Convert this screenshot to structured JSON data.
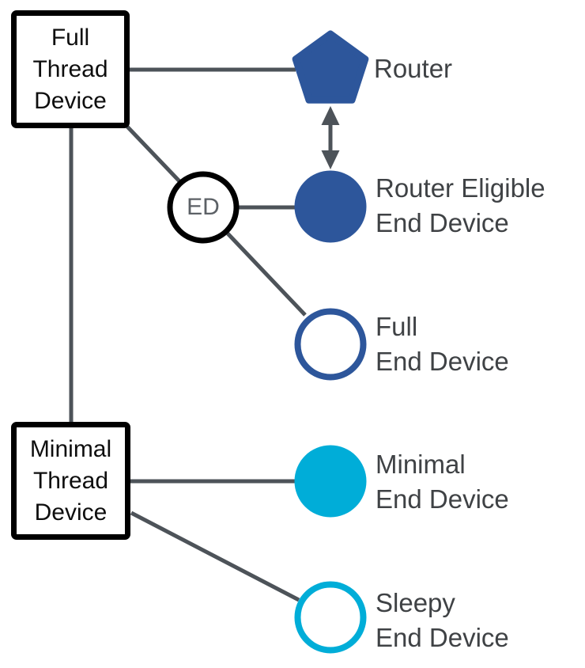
{
  "nodes": {
    "full_thread_device": {
      "label": "Full\nThread\nDevice"
    },
    "minimal_thread_device": {
      "label": "Minimal\nThread\nDevice"
    },
    "ed_badge": {
      "label": "ED"
    },
    "router": {
      "label": "Router"
    },
    "router_eligible_end_device": {
      "label": "Router Eligible\nEnd Device"
    },
    "full_end_device": {
      "label": "Full\nEnd Device"
    },
    "minimal_end_device": {
      "label": "Minimal\nEnd Device"
    },
    "sleepy_end_device": {
      "label": "Sleepy\nEnd Device"
    }
  },
  "colors": {
    "thread_blue": "#2d569b",
    "thread_cyan": "#00add8",
    "connector_gray": "#4d5359",
    "label_gray": "#3f4245",
    "ed_text_gray": "#5c6166",
    "box_border_black": "#000000",
    "shape_fill_white": "#ffffff"
  }
}
